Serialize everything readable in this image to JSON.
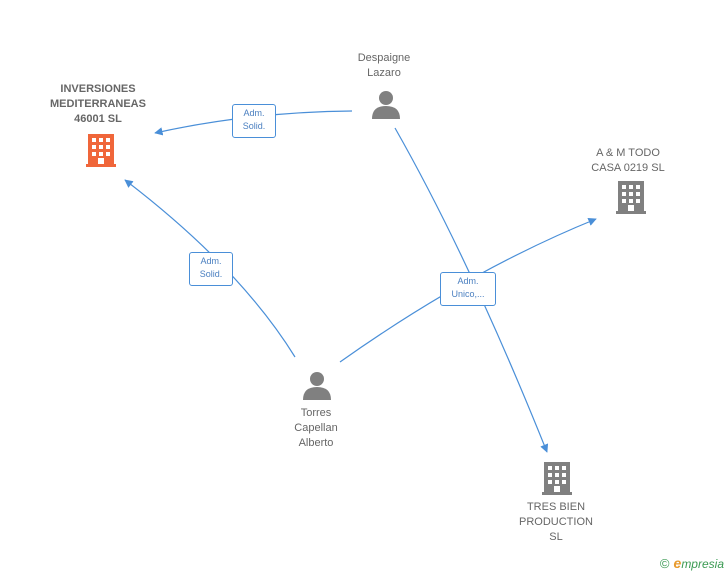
{
  "nodes": {
    "inversiones": {
      "label": "INVERSIONES\nMEDITERRANEAS\n46001  SL",
      "icon": "building-icon",
      "color": "#f0663a"
    },
    "amtodo": {
      "label": "A & M TODO\nCASA 0219  SL",
      "icon": "building-icon",
      "color": "#808080"
    },
    "tresbien": {
      "label": "TRES BIEN\nPRODUCTION\nSL",
      "icon": "building-icon",
      "color": "#808080"
    },
    "despaigne": {
      "label": "Despaigne\nLazaro",
      "icon": "person-icon",
      "color": "#808080"
    },
    "torres": {
      "label": "Torres\nCapellan\nAlberto",
      "icon": "person-icon",
      "color": "#808080"
    }
  },
  "edges": {
    "despaigne_inversiones": "Adm.\nSolid.",
    "torres_inversiones": "Adm.\nSolid.",
    "center": "Adm.\nUnico,..."
  },
  "colors": {
    "edge": "#4a8fd8"
  },
  "footer": {
    "copyright": "©",
    "brand_e": "e",
    "brand_rest": "mpresia"
  }
}
